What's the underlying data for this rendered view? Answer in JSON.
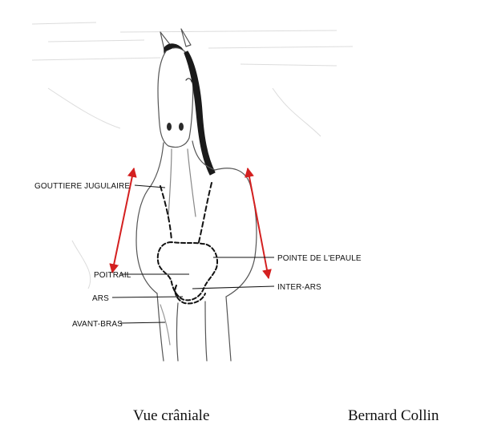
{
  "labels": {
    "gouttiere_jugulaire": "GOUTTIERE JUGULAIRE",
    "poitrail": "POITRAIL",
    "ars": "ARS",
    "avant_bras": "AVANT-BRAS",
    "pointe_epaule": "POINTE DE L'EPAULE",
    "inter_ars": "INTER-ARS"
  },
  "caption": {
    "view": "Vue crâniale",
    "author": "Bernard Collin"
  },
  "colors": {
    "arrow": "#d42020",
    "ink": "#111111",
    "sketch": "#555555"
  }
}
